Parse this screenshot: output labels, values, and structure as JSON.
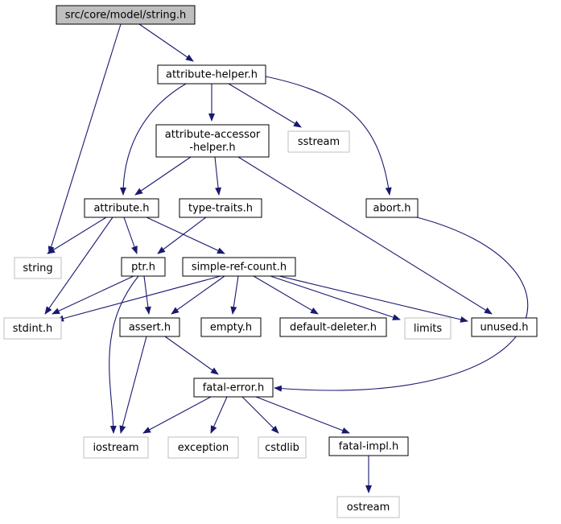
{
  "graph": {
    "title": "src/core/model/string.h",
    "edge_color": "#191970",
    "nodes": [
      {
        "id": "n0",
        "name": "node-string-h-main",
        "lines": [
          "src/core/model/string.h"
        ],
        "kind": "main"
      },
      {
        "id": "n1",
        "name": "node-attribute-helper-h",
        "lines": [
          "attribute-helper.h"
        ],
        "kind": "local"
      },
      {
        "id": "n2",
        "name": "node-attribute-accessor-helper-h",
        "lines": [
          "attribute-accessor",
          "-helper.h"
        ],
        "kind": "local"
      },
      {
        "id": "n3",
        "name": "node-sstream",
        "lines": [
          "sstream"
        ],
        "kind": "system"
      },
      {
        "id": "n4",
        "name": "node-attribute-h",
        "lines": [
          "attribute.h"
        ],
        "kind": "local"
      },
      {
        "id": "n5",
        "name": "node-type-traits-h",
        "lines": [
          "type-traits.h"
        ],
        "kind": "local"
      },
      {
        "id": "n6",
        "name": "node-abort-h",
        "lines": [
          "abort.h"
        ],
        "kind": "local"
      },
      {
        "id": "n7",
        "name": "node-string",
        "lines": [
          "string"
        ],
        "kind": "system"
      },
      {
        "id": "n8",
        "name": "node-ptr-h",
        "lines": [
          "ptr.h"
        ],
        "kind": "local"
      },
      {
        "id": "n9",
        "name": "node-simple-ref-count-h",
        "lines": [
          "simple-ref-count.h"
        ],
        "kind": "local"
      },
      {
        "id": "n10",
        "name": "node-stdint-h",
        "lines": [
          "stdint.h"
        ],
        "kind": "system"
      },
      {
        "id": "n11",
        "name": "node-assert-h",
        "lines": [
          "assert.h"
        ],
        "kind": "local"
      },
      {
        "id": "n12",
        "name": "node-empty-h",
        "lines": [
          "empty.h"
        ],
        "kind": "local"
      },
      {
        "id": "n13",
        "name": "node-default-deleter-h",
        "lines": [
          "default-deleter.h"
        ],
        "kind": "local"
      },
      {
        "id": "n14",
        "name": "node-limits",
        "lines": [
          "limits"
        ],
        "kind": "system"
      },
      {
        "id": "n15",
        "name": "node-unused-h",
        "lines": [
          "unused.h"
        ],
        "kind": "local"
      },
      {
        "id": "n16",
        "name": "node-fatal-error-h",
        "lines": [
          "fatal-error.h"
        ],
        "kind": "local"
      },
      {
        "id": "n17",
        "name": "node-iostream",
        "lines": [
          "iostream"
        ],
        "kind": "system"
      },
      {
        "id": "n18",
        "name": "node-exception",
        "lines": [
          "exception"
        ],
        "kind": "system"
      },
      {
        "id": "n19",
        "name": "node-cstdlib",
        "lines": [
          "cstdlib"
        ],
        "kind": "system"
      },
      {
        "id": "n20",
        "name": "node-fatal-impl-h",
        "lines": [
          "fatal-impl.h"
        ],
        "kind": "local"
      },
      {
        "id": "n21",
        "name": "node-ostream",
        "lines": [
          "ostream"
        ],
        "kind": "system"
      }
    ],
    "edges": [
      {
        "from": "n0",
        "to": "n7"
      },
      {
        "from": "n0",
        "to": "n1"
      },
      {
        "from": "n1",
        "to": "n4"
      },
      {
        "from": "n1",
        "to": "n2"
      },
      {
        "from": "n1",
        "to": "n3"
      },
      {
        "from": "n1",
        "to": "n6"
      },
      {
        "from": "n2",
        "to": "n4"
      },
      {
        "from": "n2",
        "to": "n5"
      },
      {
        "from": "n2",
        "to": "n15"
      },
      {
        "from": "n4",
        "to": "n7"
      },
      {
        "from": "n4",
        "to": "n8"
      },
      {
        "from": "n4",
        "to": "n9"
      },
      {
        "from": "n4",
        "to": "n10"
      },
      {
        "from": "n5",
        "to": "n8"
      },
      {
        "from": "n6",
        "to": "n16"
      },
      {
        "from": "n8",
        "to": "n10"
      },
      {
        "from": "n8",
        "to": "n11"
      },
      {
        "from": "n8",
        "to": "n17"
      },
      {
        "from": "n9",
        "to": "n10"
      },
      {
        "from": "n9",
        "to": "n11"
      },
      {
        "from": "n9",
        "to": "n12"
      },
      {
        "from": "n9",
        "to": "n13"
      },
      {
        "from": "n9",
        "to": "n14"
      },
      {
        "from": "n9",
        "to": "n15"
      },
      {
        "from": "n11",
        "to": "n16"
      },
      {
        "from": "n11",
        "to": "n17"
      },
      {
        "from": "n16",
        "to": "n17"
      },
      {
        "from": "n16",
        "to": "n18"
      },
      {
        "from": "n16",
        "to": "n19"
      },
      {
        "from": "n16",
        "to": "n20"
      },
      {
        "from": "n20",
        "to": "n21"
      }
    ]
  }
}
